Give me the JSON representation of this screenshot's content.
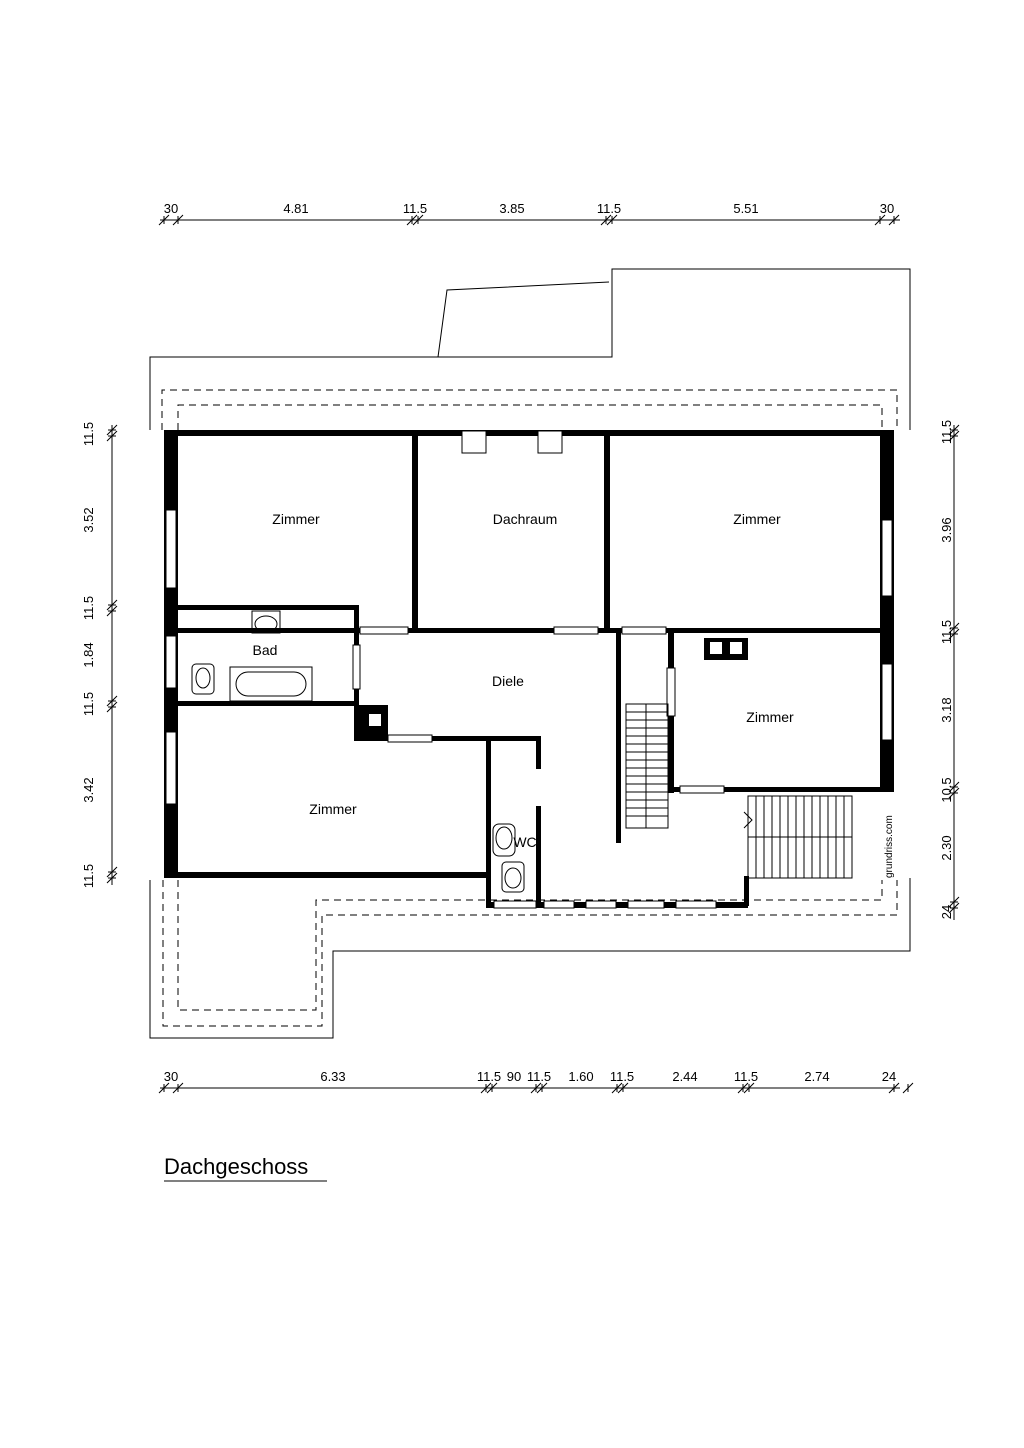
{
  "title": "Dachgeschoss",
  "watermark": "grundriss.com",
  "rooms": {
    "zimmer_nw": "Zimmer",
    "dachraum": "Dachraum",
    "zimmer_ne": "Zimmer",
    "bad": "Bad",
    "diele": "Diele",
    "zimmer_e": "Zimmer",
    "zimmer_sw": "Zimmer",
    "wc": "WC"
  },
  "dimensions": {
    "top": [
      "30",
      "4.81",
      "11.5",
      "3.85",
      "11.5",
      "5.51",
      "30"
    ],
    "bottom": [
      "30",
      "6.33",
      "11.5",
      "90",
      "11.5",
      "1.60",
      "11.5",
      "2.44",
      "11.5",
      "2.74",
      "24"
    ],
    "left": [
      "11.5",
      "3.52",
      "11.5",
      "1.84",
      "11.5",
      "3.42",
      "11.5"
    ],
    "right": [
      "11.5",
      "3.96",
      "11.5",
      "3.18",
      "10.5",
      "2.30",
      "24"
    ]
  }
}
